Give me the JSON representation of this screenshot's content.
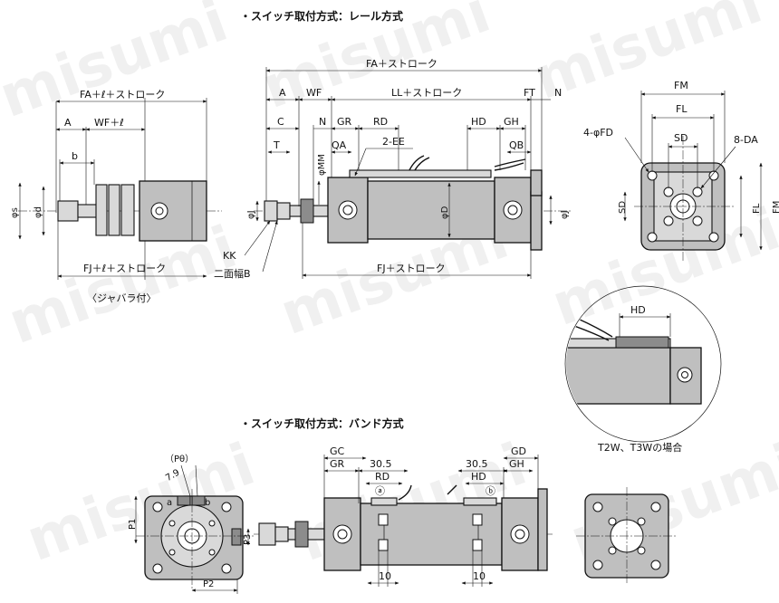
{
  "watermark": "misumi",
  "sections": {
    "rail_title": "・スイッチ取付方式：レール方式",
    "band_title": "・スイッチ取付方式：バンド方式"
  },
  "bellows_view": {
    "fa_l_stroke": "FA＋ℓ＋ストローク",
    "a": "A",
    "wf_l": "WF＋ℓ",
    "b": "b",
    "phi_s": "φs",
    "phi_d": "φd",
    "fj_l_stroke": "FJ＋ℓ＋ストローク",
    "caption": "〈ジャバラ付〉"
  },
  "rail_view": {
    "fa_stroke": "FA＋ストローク",
    "a": "A",
    "wf": "WF",
    "ll_stroke": "LL＋ストローク",
    "ft": "FT",
    "n_right": "N",
    "c": "C",
    "n": "N",
    "gr": "GR",
    "rd": "RD",
    "hd": "HD",
    "gh": "GH",
    "t": "T",
    "qa": "QA",
    "ee": "2-EE",
    "qb": "QB",
    "phi_mm": "φMM",
    "phi_j_left": "φJ",
    "phi_d": "φD",
    "phi_j_right": "φJ",
    "kk": "KK",
    "width_across": "二面幅B",
    "fj_stroke": "FJ＋ストローク"
  },
  "flange_view": {
    "fm_top": "FM",
    "fl_top": "FL",
    "fd": "4-φFD",
    "sd_top": "SD",
    "da": "8-DA",
    "sd_left": "SD",
    "fl_right": "FL",
    "fm_right": "FM"
  },
  "detail_view": {
    "hd": "HD",
    "caption": "T2W、T3Wの場合"
  },
  "band_left_view": {
    "p_theta": "（Pθ）",
    "angle": "7.9",
    "a": "a",
    "b": "b",
    "p1": "P1",
    "p3": "P3",
    "p2": "P2"
  },
  "band_main_view": {
    "gc": "GC",
    "gr": "GR",
    "rd": "RD",
    "d305_left": "30.5",
    "a_circ": "ⓐ",
    "d305_right": "30.5",
    "gd": "GD",
    "hd": "HD",
    "gh": "GH",
    "b_circ": "ⓑ",
    "d10_left": "10",
    "d10_right": "10"
  }
}
